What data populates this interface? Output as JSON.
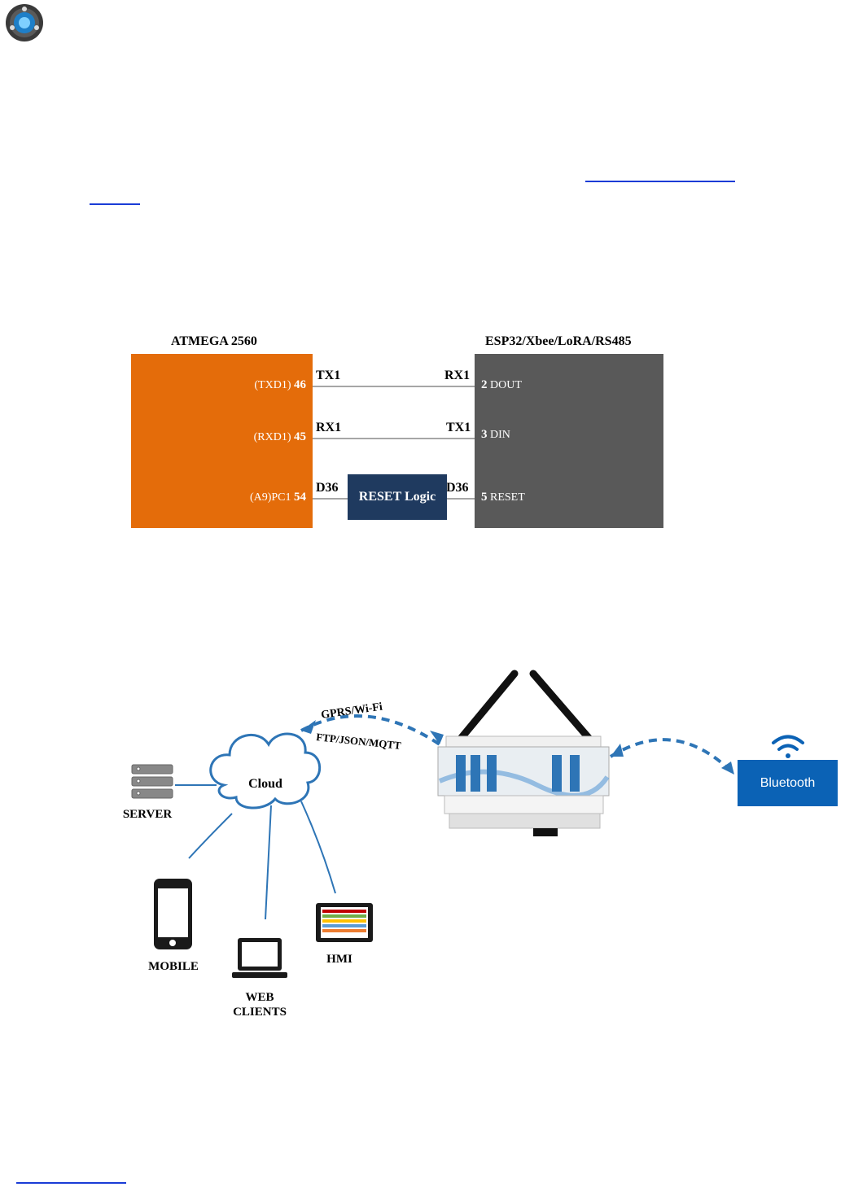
{
  "block_diagram": {
    "atmega": {
      "title": "ATMEGA 2560",
      "pins": [
        {
          "name": "(TXD1)",
          "number": "46",
          "signal": "TX1"
        },
        {
          "name": "(RXD1)",
          "number": "45",
          "signal": "RX1"
        },
        {
          "name": "(A9)PC1",
          "number": "54",
          "signal": "D36"
        }
      ]
    },
    "module": {
      "title": "ESP32/Xbee/LoRA/RS485",
      "pins": [
        {
          "number": "2",
          "name": "DOUT",
          "signal": "RX1"
        },
        {
          "number": "3",
          "name": "DIN",
          "signal": "TX1"
        },
        {
          "number": "5",
          "name": "RESET",
          "signal": "D36"
        }
      ]
    },
    "reset_block": "RESET Logic",
    "colors": {
      "atmega": "#e46c0a",
      "module": "#595959",
      "reset": "#1f3a5f",
      "wire": "#a6a6a6"
    }
  },
  "network_diagram": {
    "cloud_label": "Cloud",
    "link_labels": [
      "GPRS/Wi-Fi",
      "FTP/JSON/MQTT"
    ],
    "server_label": "SERVER",
    "mobile_label": "MOBILE",
    "web_clients_label": [
      "WEB",
      "CLIENTS"
    ],
    "hmi_label": "HMI",
    "bluetooth_label": "Bluetooth",
    "colors": {
      "link": "#2e75b6",
      "bluetooth": "#0b62b5"
    }
  }
}
